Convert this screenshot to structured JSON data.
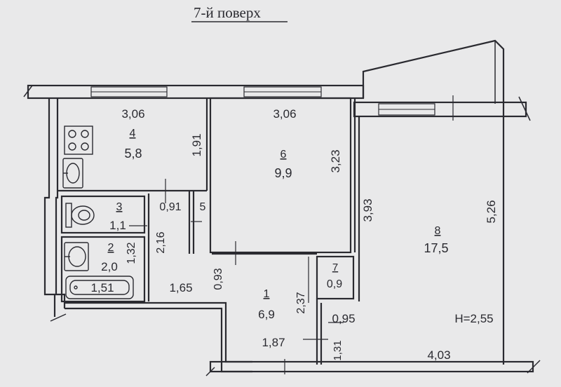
{
  "title": "7-й поверх",
  "colors": {
    "background": "#e9e9ea",
    "ink": "#2a2a30"
  },
  "rooms": {
    "r1": {
      "number": "1",
      "area": "6,9"
    },
    "r2": {
      "number": "2",
      "area": "2,0"
    },
    "r3": {
      "number": "3",
      "area": "1,1"
    },
    "r4": {
      "number": "4",
      "area": "5,8"
    },
    "r6": {
      "number": "6",
      "area": "9,9"
    },
    "r7": {
      "number": "7",
      "area": "0,9"
    },
    "r8": {
      "number": "8",
      "area": "17,5"
    }
  },
  "dimensions": {
    "kitchen_width": "3,06",
    "kitchen_depth": "1,91",
    "room6_width": "3,06",
    "room6_depth": "3,23",
    "room8_depth_left": "3,93",
    "room8_depth_right": "5,26",
    "room8_width": "4,03",
    "wc_width": "0,91",
    "wall_stub": "5",
    "corridor_length": "2,16",
    "bath_depth": "1,32",
    "bathtub_length": "1,51",
    "hall_width": "1,65",
    "hall_depth": "0,93",
    "hall1_depth": "2,37",
    "hall1_width": "1,87",
    "closet_width": "0,95",
    "niche_depth": "1,31"
  },
  "ceiling_height": "H=2,55",
  "icons": [
    "stove-icon",
    "sink-icon",
    "toilet-icon",
    "washbasin-icon",
    "bathtub-icon"
  ]
}
